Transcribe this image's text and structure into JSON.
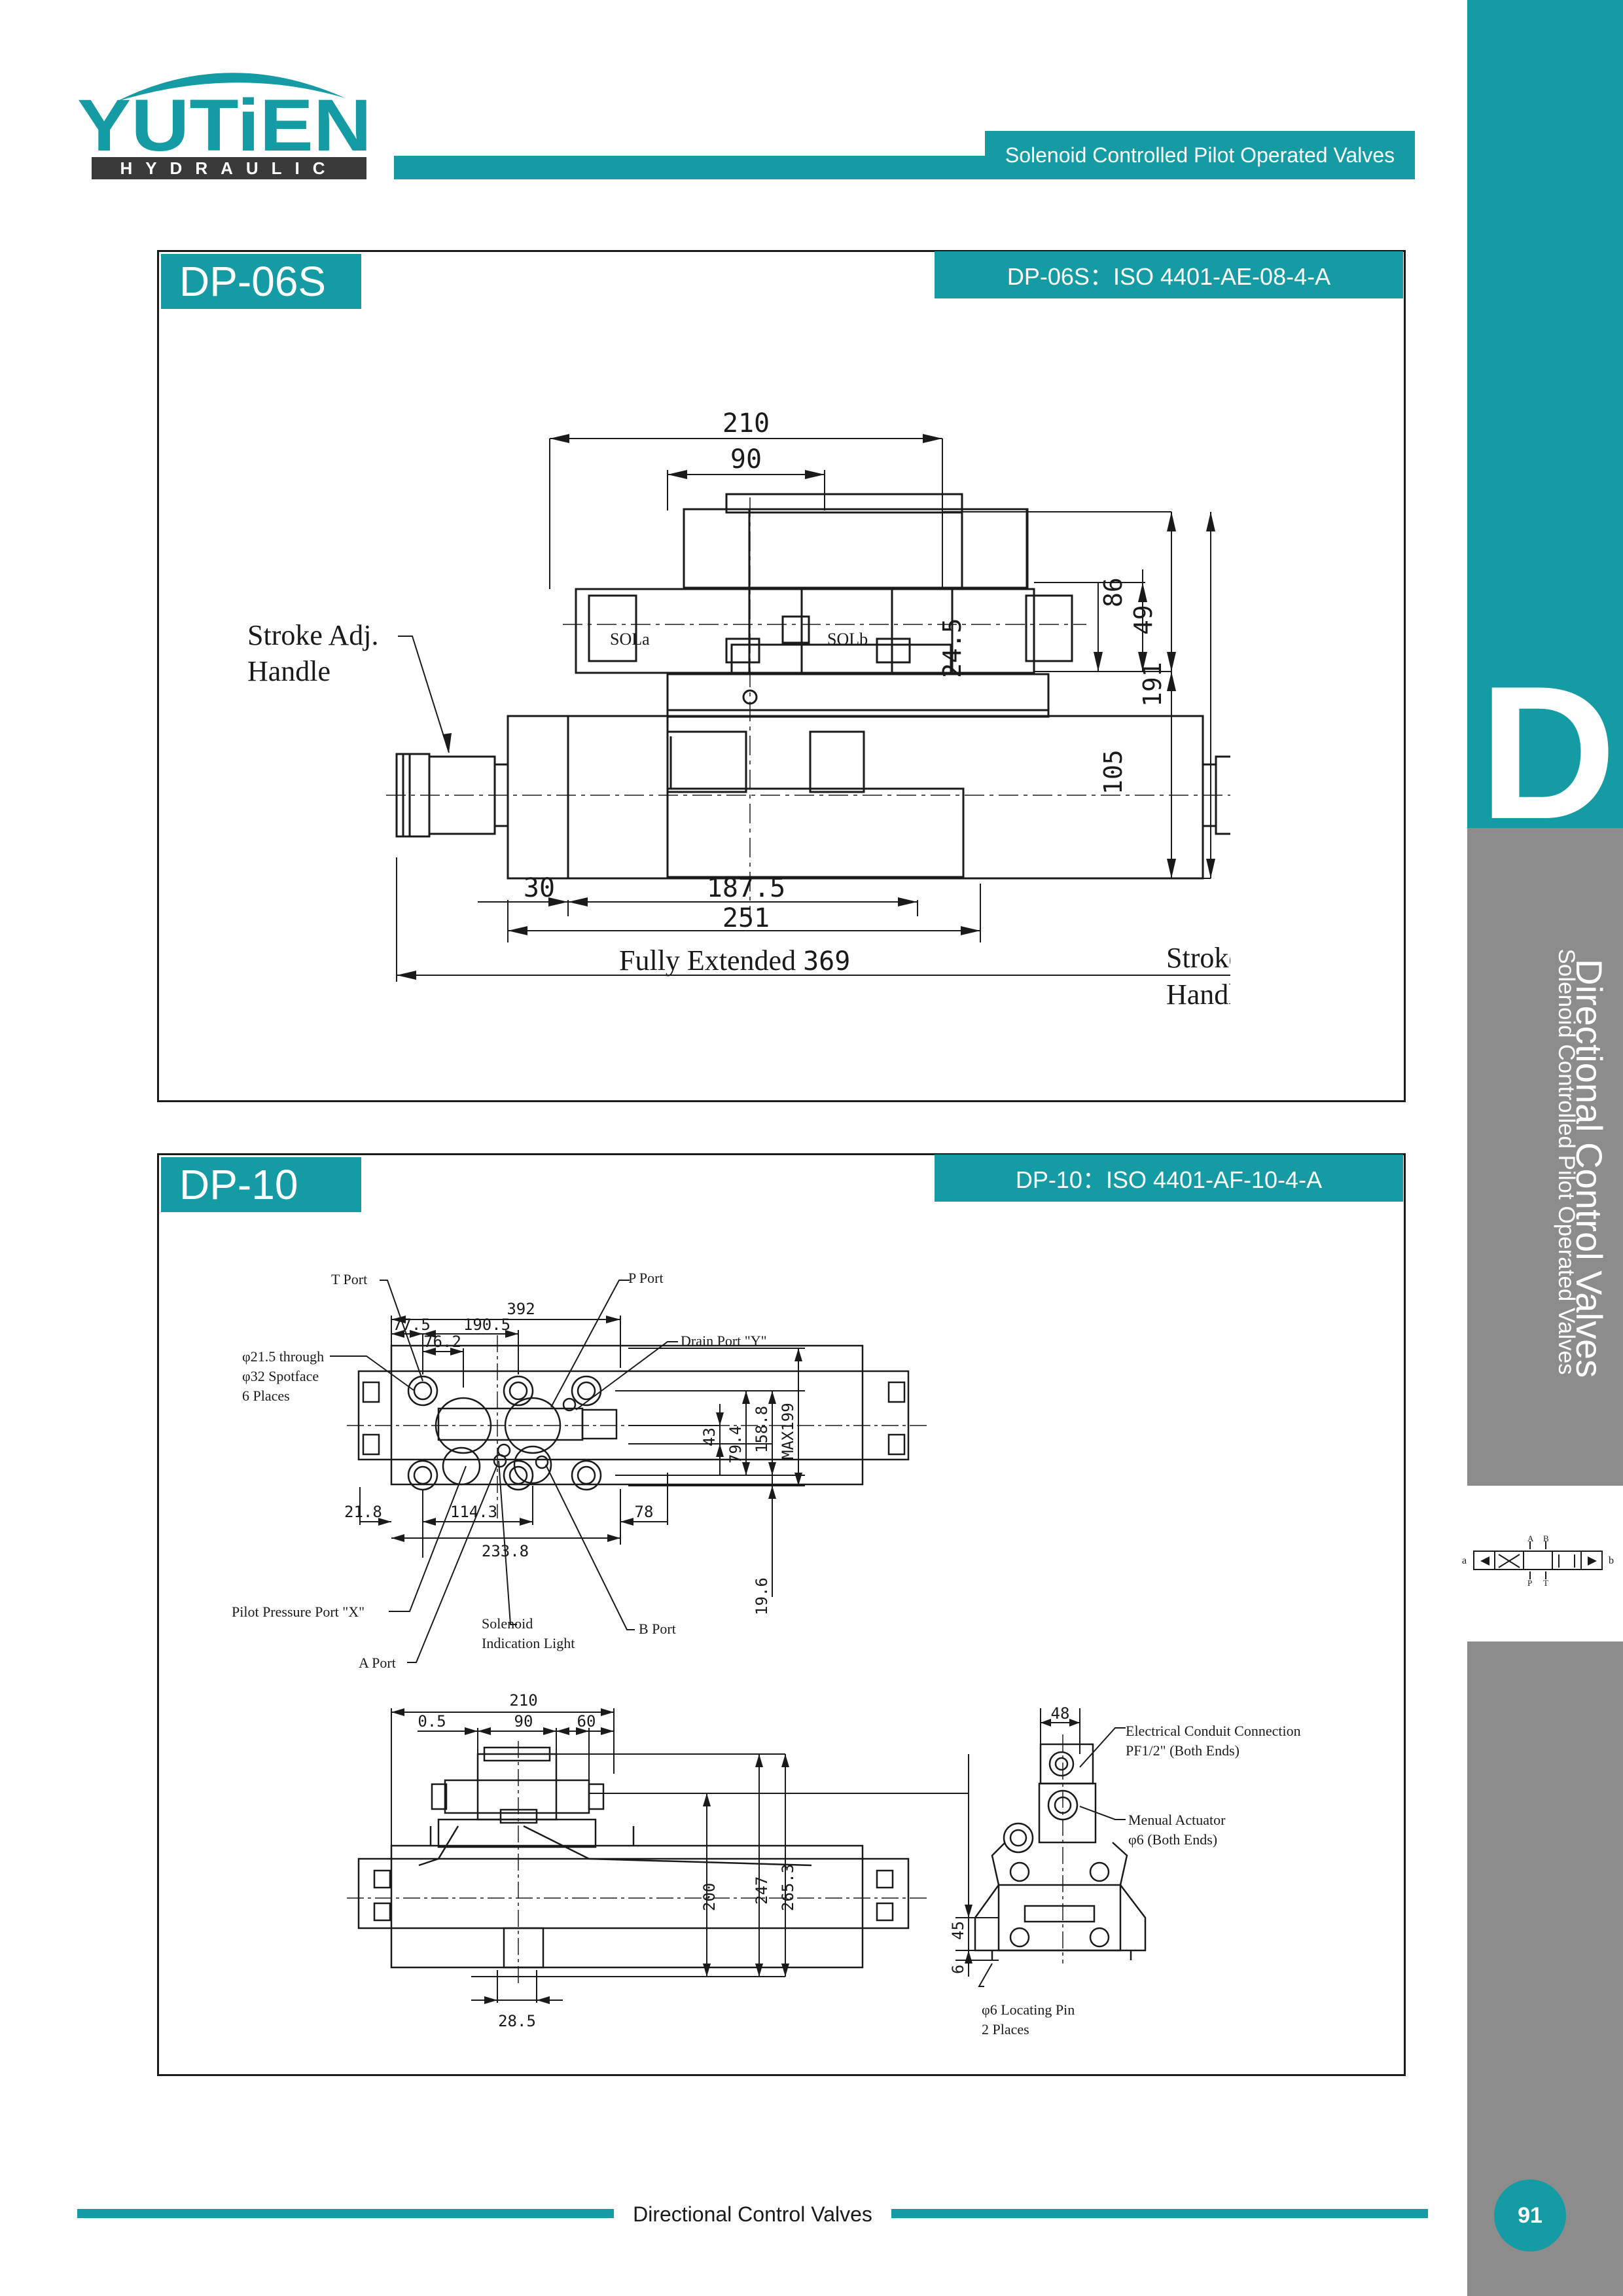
{
  "brand": {
    "name": "YUTiEN",
    "subtitle": "HYDRAULIC",
    "colors": {
      "teal": "#159ba3",
      "grey": "#8c8c8c",
      "dark": "#3a3a3a"
    }
  },
  "header": {
    "category_tag": "Solenoid Controlled Pilot Operated Valves"
  },
  "sidebar": {
    "letter": "D",
    "title": "Directional Control Valves",
    "subtitle": "Solenoid Controlled Pilot Operated Valves",
    "symbol": {
      "a": "a",
      "b": "b",
      "A": "A",
      "B": "B",
      "P": "P",
      "T": "T"
    }
  },
  "dp06s": {
    "model": "DP-06S",
    "iso": "DP-06S：ISO 4401-AE-08-4-A",
    "labels": {
      "sola": "SOLa",
      "solb": "SOLb",
      "stroke_left": [
        "Stroke Adj.",
        "Handle"
      ],
      "stroke_right": [
        "Stroke Adj.",
        "Handle"
      ],
      "fully_extended": "Fully Extended"
    },
    "dims": {
      "d210": "210",
      "d90": "90",
      "d86": "86",
      "d49": "49",
      "d245": "24.5",
      "d191": "191",
      "d105": "105",
      "d30": "30",
      "d1875": "187.5",
      "d251": "251",
      "d369": "369"
    }
  },
  "dp10": {
    "model": "DP-10",
    "iso": "DP-10：ISO 4401-AF-10-4-A",
    "labels": {
      "t_port": "T Port",
      "p_port": "P Port",
      "drain_port": "Drain Port \"Y\"",
      "through": [
        "φ21.5 through",
        "φ32 Spotface",
        "6 Places"
      ],
      "pilot": "Pilot Pressure Port \"X\"",
      "a_port": "A Port",
      "solenoid": [
        "Solenoid",
        "Indication Light"
      ],
      "b_port": "B Port",
      "conduit": [
        "Electrical Conduit Connection",
        "PF1/2\" (Both Ends)"
      ],
      "manual": [
        "Menual Actuator",
        "φ6 (Both Ends)"
      ],
      "pin": [
        "φ6 Locating Pin",
        "2 Places"
      ]
    },
    "dims": {
      "d392": "392",
      "d775": "77.5",
      "d1905": "190.5",
      "d762": "76.2",
      "d218": "21.8",
      "d1143": "114.3",
      "d2338": "233.8",
      "d78": "78",
      "d43": "43",
      "d794": "79.4",
      "d1588": "158.8",
      "dmax199": "MAX199",
      "d196": "19.6",
      "d210": "210",
      "d05": "0.5",
      "d90": "90",
      "d60": "60",
      "d200": "200",
      "d247": "247",
      "d2653": "265.3",
      "d285": "28.5",
      "d48": "48",
      "d45": "45",
      "d6": "6"
    }
  },
  "footer": {
    "title": "Directional Control Valves",
    "page_number": "91"
  }
}
